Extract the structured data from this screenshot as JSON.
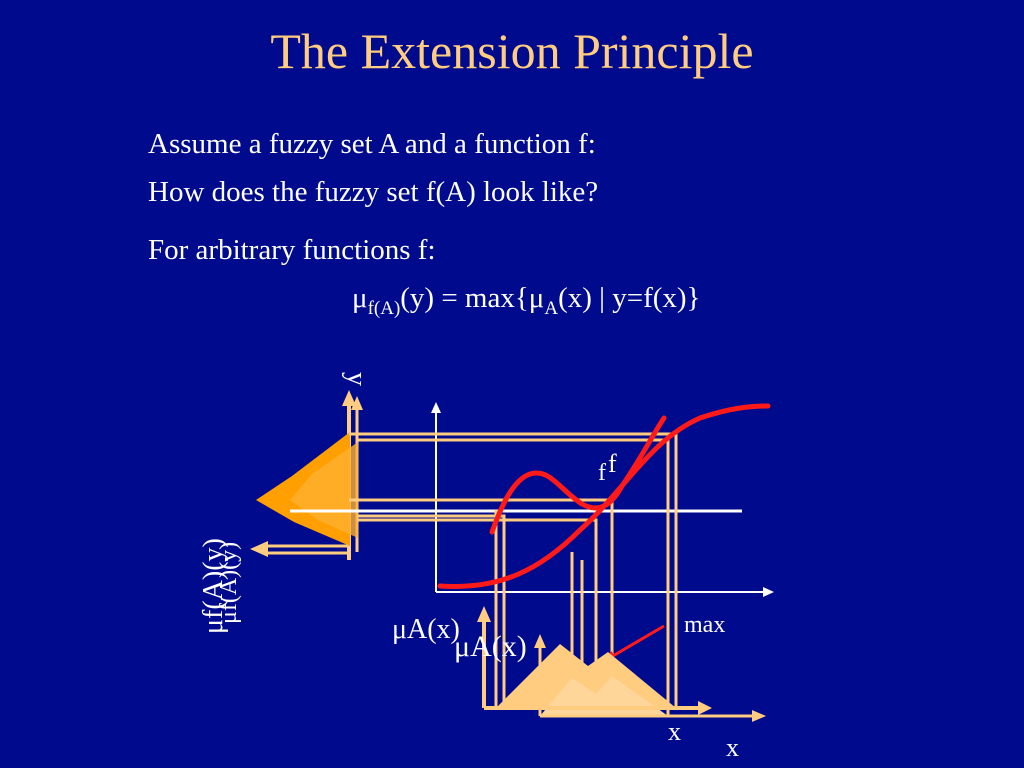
{
  "slide": {
    "title": "The Extension Principle",
    "line1": "Assume a fuzzy set A and a function f:",
    "line2": "How does the fuzzy set f(A) look like?",
    "line3": "For arbitrary functions f:",
    "formula": {
      "mu": "μ",
      "fsub": "f(A)",
      "part1": "(y) = max{",
      "mu2": "μ",
      "asub": "A",
      "part2": "(x) | y=f(x)}"
    }
  },
  "diagram": {
    "label_y": "y",
    "label_f": "f",
    "label_f2": "f",
    "label_x": "x",
    "label_x2": "x",
    "label_max": "max",
    "label_muA": "μA(x)",
    "label_muA2": "μA(x)",
    "label_muf": "μf(A)(y)",
    "label_muf2": "μf(A)(y)",
    "colors": {
      "background": "#000a8c",
      "title": "#ffcc80",
      "light_orange": "#ffcc80",
      "orange": "#ffa000",
      "red": "#ff1a1a",
      "white": "#ffffff"
    }
  }
}
